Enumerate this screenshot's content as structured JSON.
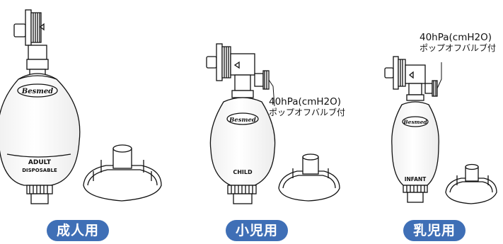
{
  "colors": {
    "pill_fill": "#3f6fb6",
    "pill_text": "#ffffff",
    "line": "#111111"
  },
  "products": [
    {
      "id": "adult",
      "brand": "Besmed",
      "size_label": "ADULT",
      "sub_label": "DISPOSABLE",
      "category": "成人用"
    },
    {
      "id": "child",
      "brand": "Besmed",
      "size_label": "CHILD",
      "sub_label": "",
      "category": "小児用"
    },
    {
      "id": "infant",
      "brand": "Besmed",
      "size_label": "INFANT",
      "sub_label": "",
      "category": "乳児用"
    }
  ],
  "callouts": [
    {
      "line1": "40hPa(cmH2O)",
      "line2": "ポップオフバルブ付"
    },
    {
      "line1": "40hPa(cmH2O)",
      "line2": "ポップオフバルブ付"
    }
  ],
  "icons": [
    "resuscitator-bag",
    "face-mask",
    "pop-off-valve",
    "arrow-left-icon"
  ]
}
